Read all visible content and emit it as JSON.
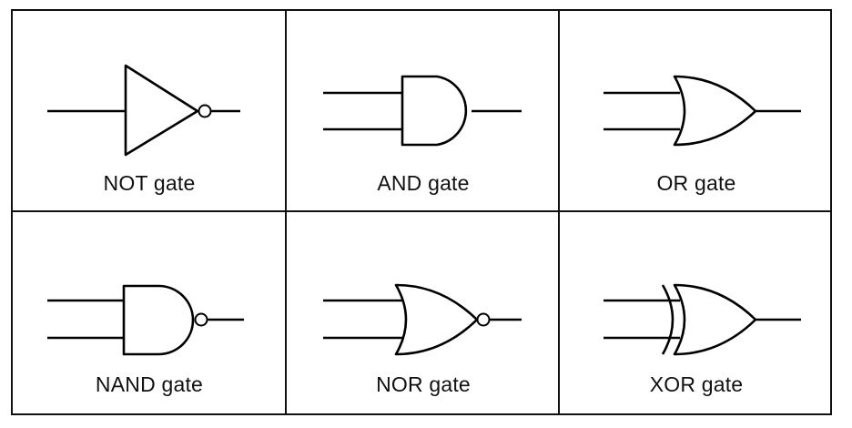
{
  "gates": [
    {
      "label": "NOT gate",
      "icon": "not-gate-icon"
    },
    {
      "label": "AND gate",
      "icon": "and-gate-icon"
    },
    {
      "label": "OR gate",
      "icon": "or-gate-icon"
    },
    {
      "label": "NAND gate",
      "icon": "nand-gate-icon"
    },
    {
      "label": "NOR gate",
      "icon": "nor-gate-icon"
    },
    {
      "label": "XOR gate",
      "icon": "xor-gate-icon"
    }
  ]
}
